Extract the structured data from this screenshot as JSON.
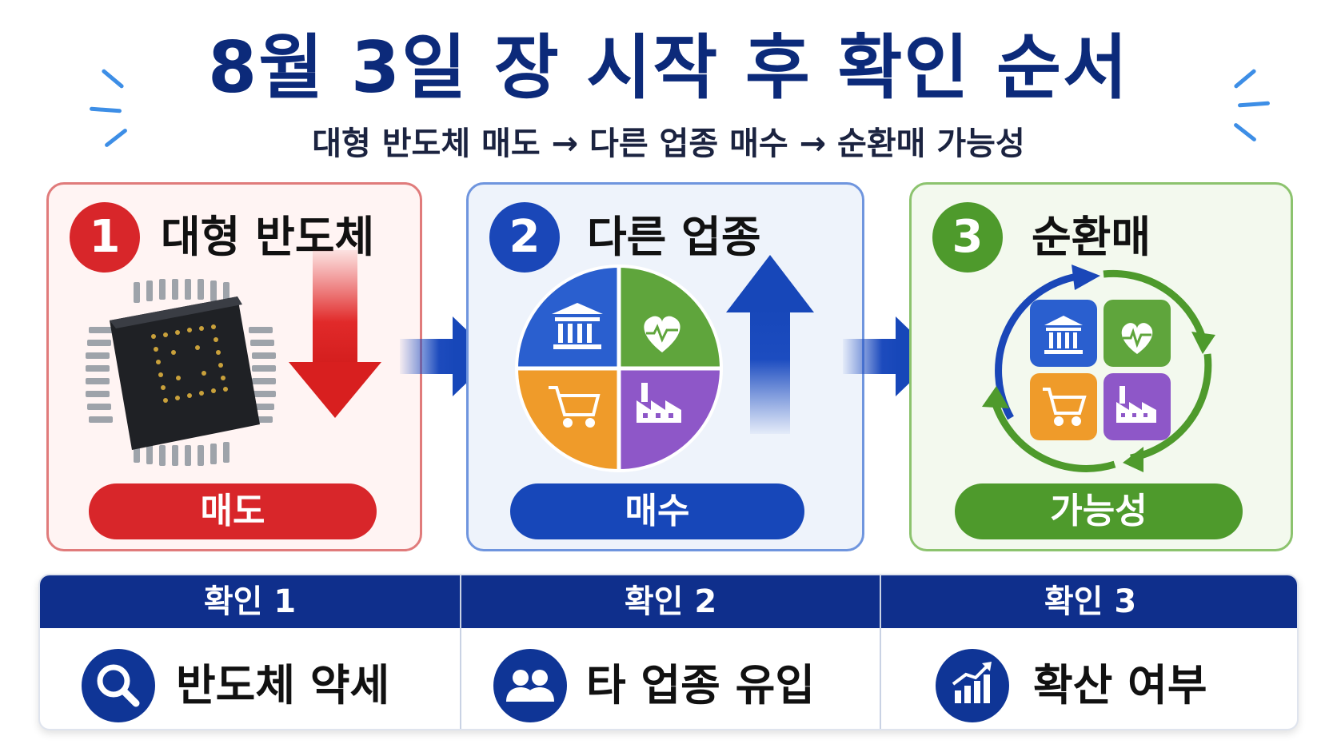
{
  "header": {
    "title": "8월 3일 장 시작 후 확인 순서",
    "subtitle": "대형 반도체 매도 → 다른 업종 매수 → 순환매 가능성"
  },
  "steps": [
    {
      "number": "1",
      "title": "대형 반도체",
      "label": "매도",
      "icon": "chip-icon",
      "arrow": "down",
      "color": "#d8262a"
    },
    {
      "number": "2",
      "title": "다른 업종",
      "label": "매수",
      "icon": "sector-pie-icon",
      "arrow": "up",
      "color": "#1a47b8"
    },
    {
      "number": "3",
      "title": "순환매",
      "label": "가능성",
      "icon": "rotation-cycle-icon",
      "arrow": "none",
      "color": "#4e9a2c"
    }
  ],
  "sectors": [
    "bank-icon",
    "heart-pulse-icon",
    "cart-icon",
    "factory-icon"
  ],
  "checks": [
    {
      "header": "확인 1",
      "text": "반도체 약세",
      "icon": "search-icon"
    },
    {
      "header": "확인 2",
      "text": "타 업종 유입",
      "icon": "users-icon"
    },
    {
      "header": "확인 3",
      "text": "확산 여부",
      "icon": "growth-chart-icon"
    }
  ]
}
